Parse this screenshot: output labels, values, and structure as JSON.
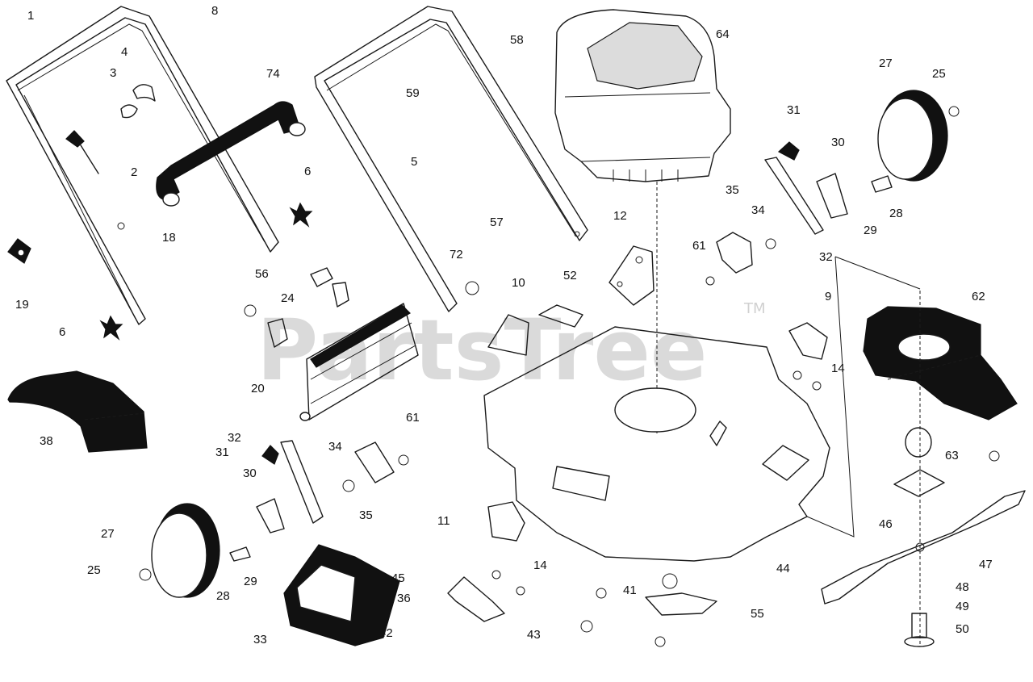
{
  "watermark": {
    "text": "PartsTree",
    "trademark": "TM"
  },
  "callouts": {
    "n1": "1",
    "n8": "8",
    "n4": "4",
    "n3": "3",
    "n74": "74",
    "n2": "2",
    "n6a": "6",
    "n6b": "6",
    "n18": "18",
    "n19": "19",
    "n38": "38",
    "n58": "58",
    "n59": "59",
    "n5": "5",
    "n57": "57",
    "n72": "72",
    "n10": "10",
    "n52": "52",
    "n56": "56",
    "n24": "24",
    "n20": "20",
    "n61a": "61",
    "n64": "64",
    "n12": "12",
    "n61b": "61",
    "n35a": "35",
    "n34a": "34",
    "n31a": "31",
    "n30a": "30",
    "n27a": "27",
    "n25a": "25",
    "n28a": "28",
    "n29a": "29",
    "n32a": "32",
    "n9": "9",
    "n62": "62",
    "n14a": "14",
    "n63": "63",
    "n46": "46",
    "n47": "47",
    "n48": "48",
    "n49": "49",
    "n50": "50",
    "n44": "44",
    "n55": "55",
    "n41": "41",
    "n43": "43",
    "n14b": "14",
    "n11": "11",
    "n45": "45",
    "n36": "36",
    "n42": "42",
    "n33": "33",
    "n29b": "29",
    "n28b": "28",
    "n27b": "27",
    "n25b": "25",
    "n35b": "35",
    "n34b": "34",
    "n30b": "30",
    "n31b": "31",
    "n32b": "32"
  }
}
